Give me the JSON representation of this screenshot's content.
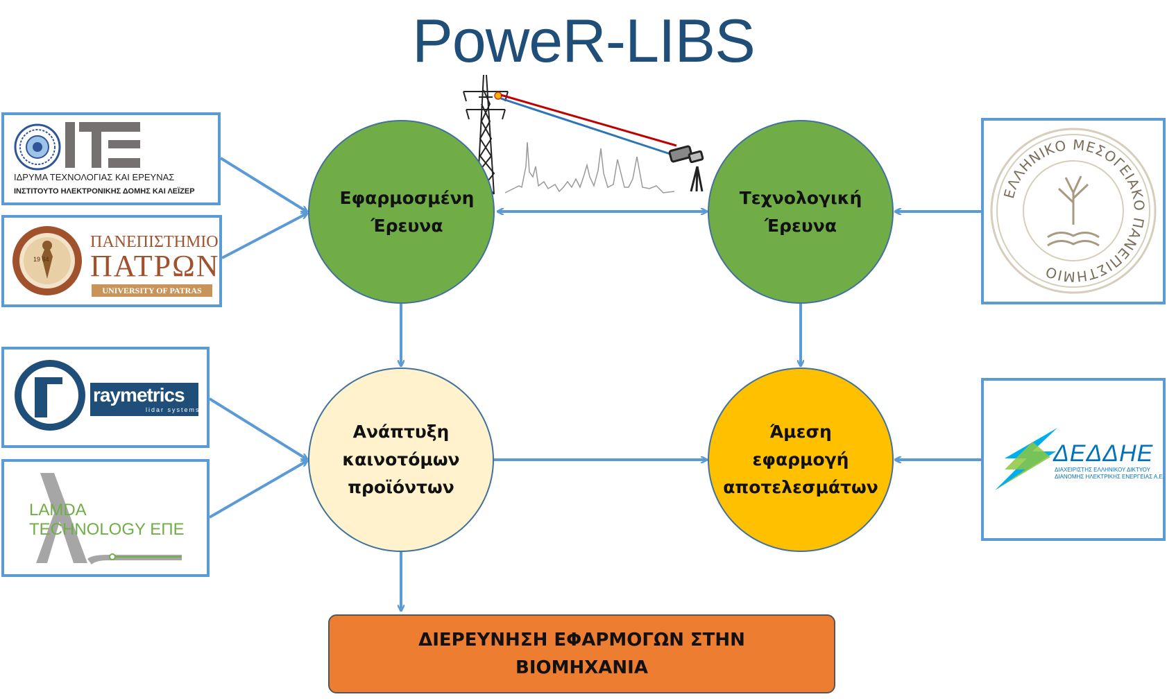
{
  "title": "PoweR-LIBS",
  "nodes": {
    "applied_research": "Εφαρμοσμένη\nΈρευνα",
    "tech_research": "Τεχνολογική\nΈρευνα",
    "product_dev": "Ανάπτυξη\nκαινοτόμων\nπροϊόντων",
    "direct_application": "Άμεση\nεφαρμογή\nαποτελεσμάτων"
  },
  "bottom": "ΔΙΕΡΕΥΝΗΣΗ ΕΦΑΡΜΟΓΩΝ ΣΤΗΝ\nΒΙΟΜΗΧΑΝΙΑ",
  "logos": {
    "ite": {
      "mark": "ITE",
      "line1": "ΙΔΡΥΜΑ ΤΕΧΝΟΛΟΓΙΑΣ ΚΑΙ ΕΡΕΥΝΑΣ",
      "line2": "ΙΝΣΤΙΤΟΥΤΟ ΗΛΕΚΤΡΟΝΙΚΗΣ ΔΟΜΗΣ ΚΑΙ ΛΕΪΖΕΡ"
    },
    "upatras": {
      "line1": "ΠΑΝΕΠΙΣΤΗΜΙΟ",
      "line2": "ΠΑΤΡΩΝ",
      "line3": "UNIVERSITY OF PATRAS",
      "seal_year": "19 64"
    },
    "raymetrics": {
      "mark": "r",
      "name": "raymetrics",
      "sub": "lidar systems"
    },
    "lamda": {
      "line1": "LAMDA",
      "line2": "TECHNOLOGY ΕΠΕ"
    },
    "hmu": {
      "ring_text": "ΕΛΛΗΝΙΚΟ ΜΕΣΟΓΕΙΑΚΟ ΠΑΝΕΠΙΣΤΗΜΙΟ"
    },
    "deddie": {
      "name": "ΔΕΔΔΗΕ",
      "sub1": "ΔΙΑΧΕΙΡΙΣΤΗΣ ΕΛΛΗΝΙΚΟΥ ΔΙΚΤΥΟΥ",
      "sub2": "ΔΙΑΝΟΜΗΣ ΗΛΕΚΤΡΙΚΗΣ ΕΝΕΡΓΕΙΑΣ Α.Ε."
    }
  },
  "colors": {
    "title": "#1f4e79",
    "green": "#70ad47",
    "cream": "#fff2cc",
    "gold": "#ffc000",
    "orange": "#ed7d31",
    "arrow": "#5b9bd5",
    "border": "#5b9bd5"
  }
}
